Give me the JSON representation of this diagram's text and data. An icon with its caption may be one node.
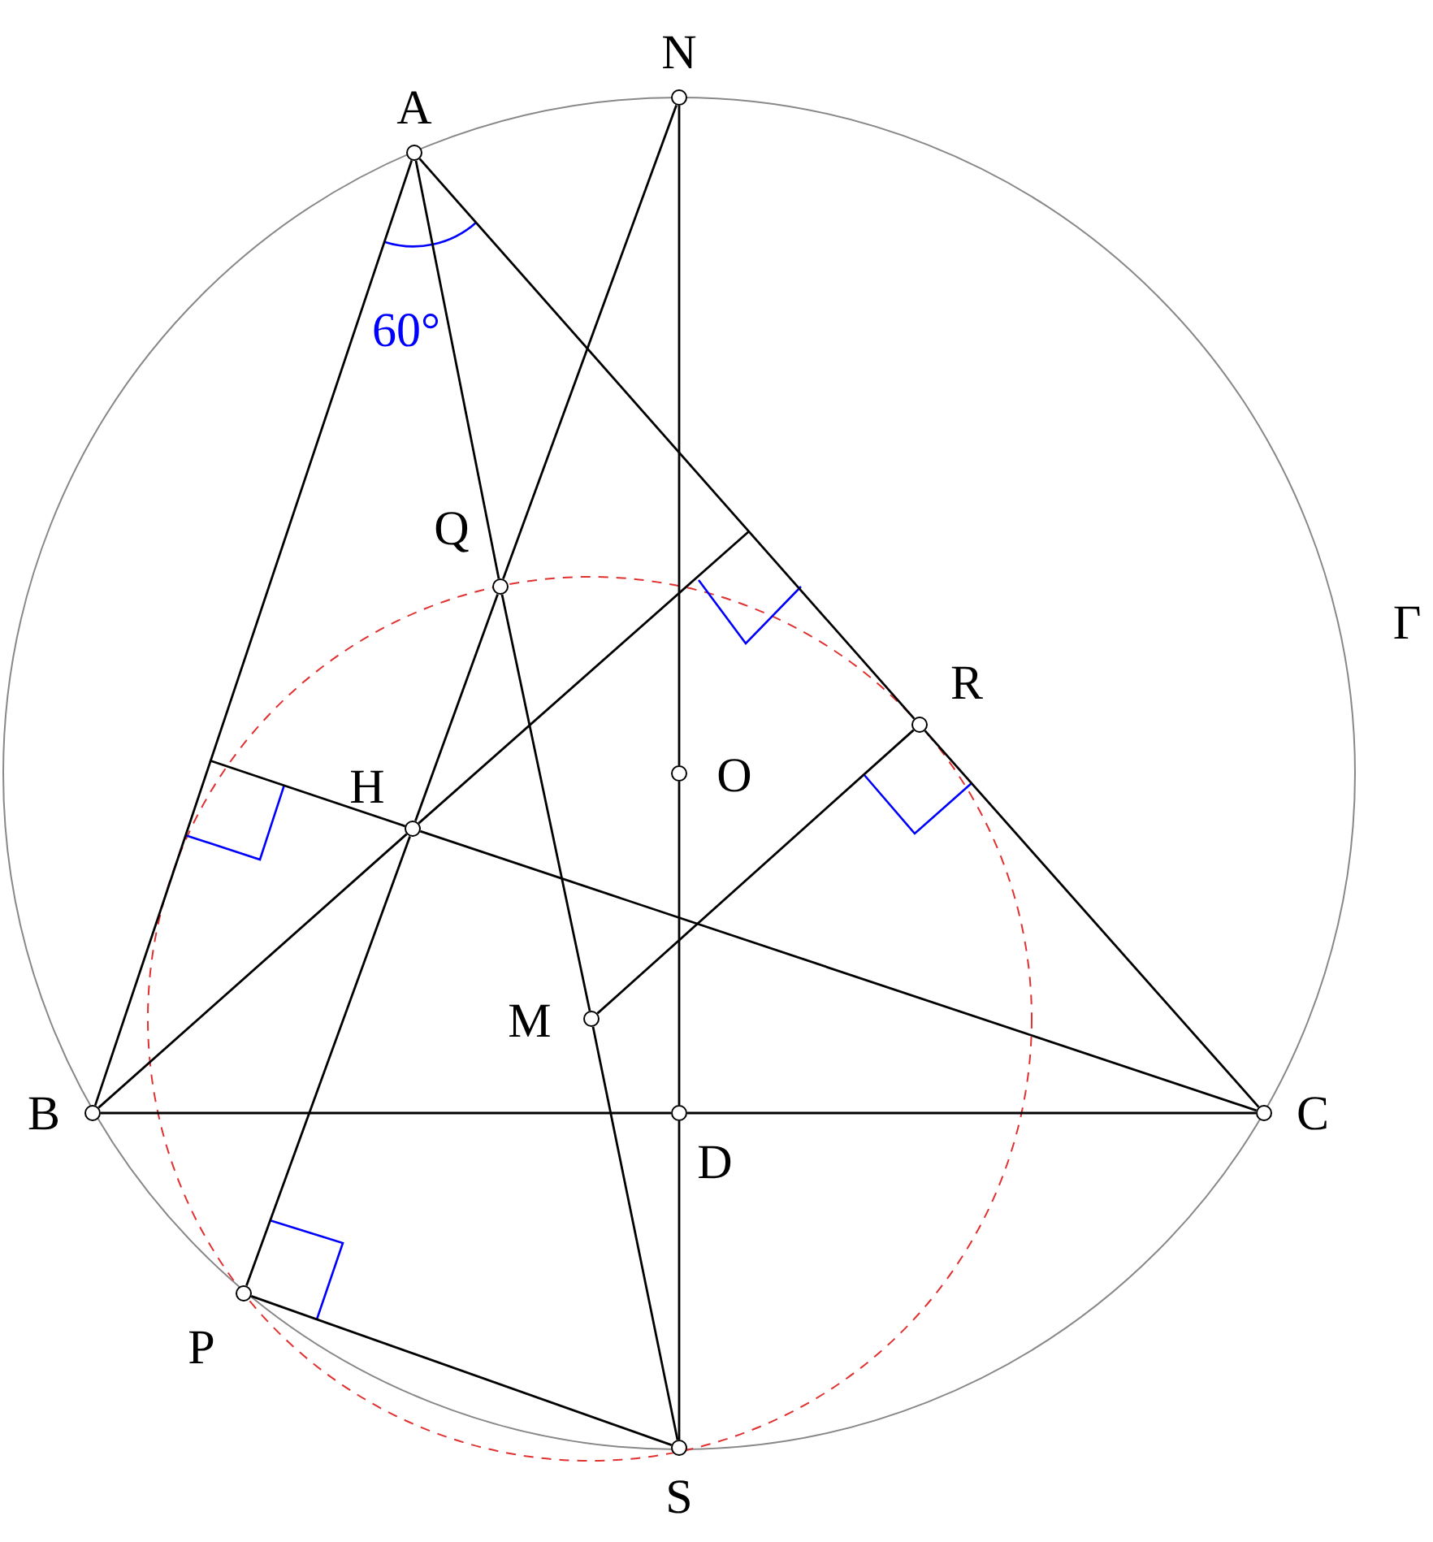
{
  "diagram": {
    "nodes": [
      {
        "text": [],
        "shape": "circle",
        "beside": [
          "N"
        ]
      },
      {
        "text": [],
        "shape": "circle",
        "beside": [
          "A"
        ]
      },
      {
        "text": [],
        "shape": "circle",
        "beside": [
          "Q"
        ]
      },
      {
        "text": [],
        "shape": "circle",
        "beside": [
          "R"
        ]
      },
      {
        "text": [],
        "shape": "circle",
        "beside": [
          "O"
        ]
      },
      {
        "text": [],
        "shape": "circle",
        "beside": [
          "H"
        ]
      },
      {
        "text": [],
        "shape": "circle",
        "beside": [
          "M"
        ]
      },
      {
        "text": [],
        "shape": "circle",
        "beside": [
          "B"
        ]
      },
      {
        "text": [],
        "shape": "circle",
        "beside": [
          "D"
        ]
      },
      {
        "text": [],
        "shape": "circle",
        "beside": [
          "C"
        ]
      },
      {
        "text": [],
        "shape": "circle",
        "beside": [
          "P"
        ]
      },
      {
        "text": [],
        "shape": "circle",
        "beside": [
          "S"
        ]
      }
    ],
    "edges": [
      {
        "from": 1,
        "to": 7,
        "arrow": "none"
      },
      {
        "from": 1,
        "to": 3,
        "arrow": "none"
      },
      {
        "from": 3,
        "to": 9,
        "arrow": "none"
      },
      {
        "from": 7,
        "to": 8,
        "arrow": "none"
      },
      {
        "from": 8,
        "to": 9,
        "arrow": "none"
      },
      {
        "from": 1,
        "to": 2,
        "arrow": "none"
      },
      {
        "from": 2,
        "to": 6,
        "arrow": "none"
      },
      {
        "from": 6,
        "to": 11,
        "arrow": "none"
      },
      {
        "from": 0,
        "to": 2,
        "arrow": "none"
      },
      {
        "from": 2,
        "to": 5,
        "arrow": "none"
      },
      {
        "from": 5,
        "to": 10,
        "arrow": "none"
      },
      {
        "from": 0,
        "to": 4,
        "arrow": "none"
      },
      {
        "from": 4,
        "to": 8,
        "arrow": "none"
      },
      {
        "from": 8,
        "to": 11,
        "arrow": "none"
      },
      {
        "from": 7,
        "to": 5,
        "arrow": "none"
      },
      {
        "from": 5,
        "to": null,
        "arrow": "none"
      },
      {
        "from": 9,
        "to": 5,
        "arrow": "none"
      },
      {
        "from": 5,
        "to": null,
        "arrow": "none"
      },
      {
        "from": 3,
        "to": 6,
        "arrow": "none"
      },
      {
        "from": 10,
        "to": 11,
        "arrow": "none"
      }
    ],
    "labels": [
      "60°",
      "Γ"
    ]
  }
}
